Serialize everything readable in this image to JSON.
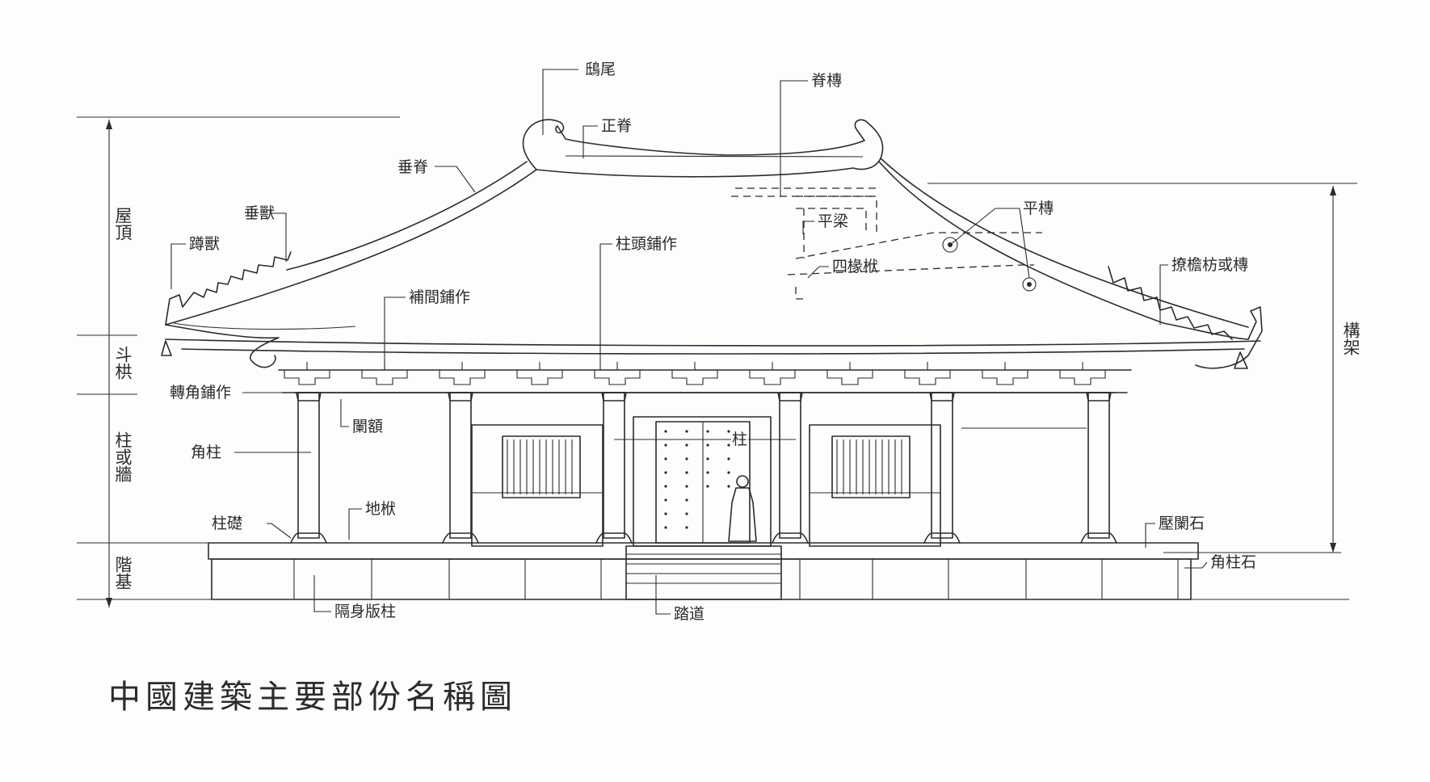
{
  "caption": "中國建築主要部份名稱圖",
  "sections": {
    "roof": "屋頂",
    "dougong": "斗栱",
    "column_or_wall": "柱或牆",
    "platform": "階基",
    "structure": "構架"
  },
  "labels": {
    "chiwei": "鴟尾",
    "zhengji": "正脊",
    "chuiji": "垂脊",
    "chuishou": "垂獸",
    "dunshou": "蹲獸",
    "bujian_puzuo": "補間鋪作",
    "zhutou_puzuo": "柱頭鋪作",
    "zhuanjiao_puzuo": "轉角鋪作",
    "lan_e": "闌額",
    "jiaozhu": "角柱",
    "zhu": "柱",
    "zhuchu": "柱礎",
    "difu": "地栿",
    "geshen_banzhu": "隔身版柱",
    "tadao": "踏道",
    "jituan": "脊槫",
    "pingliang": "平梁",
    "pingtuan": "平槫",
    "sichuanfu": "四椽栿",
    "liaoyanfang_huo_tuan": "撩檐枋或槫",
    "yalanshi": "壓闌石",
    "jiaozhushi": "角柱石"
  }
}
